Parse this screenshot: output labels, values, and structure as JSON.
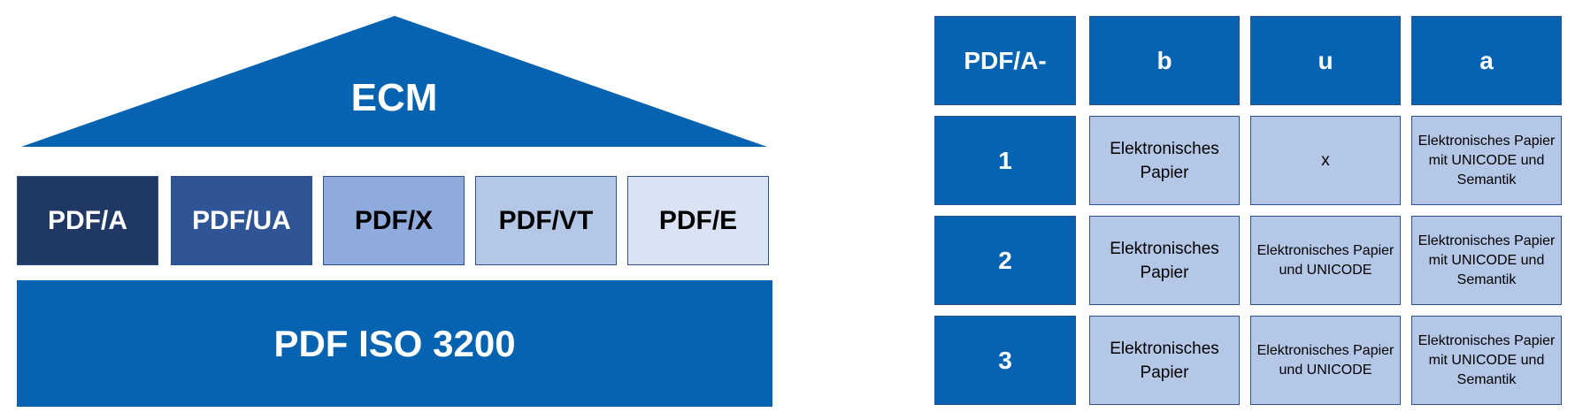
{
  "colors": {
    "primary_blue": "#0563b2",
    "navy": "#203864",
    "dark_blue": "#2f5597",
    "mid_blue": "#8faadc",
    "light_blue": "#b4c7e7",
    "pale_blue": "#dae3f3",
    "border": "#2f4f93"
  },
  "house": {
    "roof_label": "ECM",
    "standards": [
      "PDF/A",
      "PDF/UA",
      "PDF/X",
      "PDF/VT",
      "PDF/E"
    ],
    "foundation_label": "PDF ISO 3200"
  },
  "table": {
    "corner_label": "PDF/A-",
    "columns": [
      "b",
      "u",
      "a"
    ],
    "rows": [
      {
        "label": "1",
        "cells": [
          "Elektronisches Papier",
          "x",
          "Elektronisches Papier mit UNICODE und Semantik"
        ]
      },
      {
        "label": "2",
        "cells": [
          "Elektronisches Papier",
          "Elektronisches Papier und UNICODE",
          "Elektronisches Papier mit UNICODE und Semantik"
        ]
      },
      {
        "label": "3",
        "cells": [
          "Elektronisches Papier",
          "Elektronisches Papier und UNICODE",
          "Elektronisches Papier mit UNICODE und Semantik"
        ]
      }
    ]
  }
}
